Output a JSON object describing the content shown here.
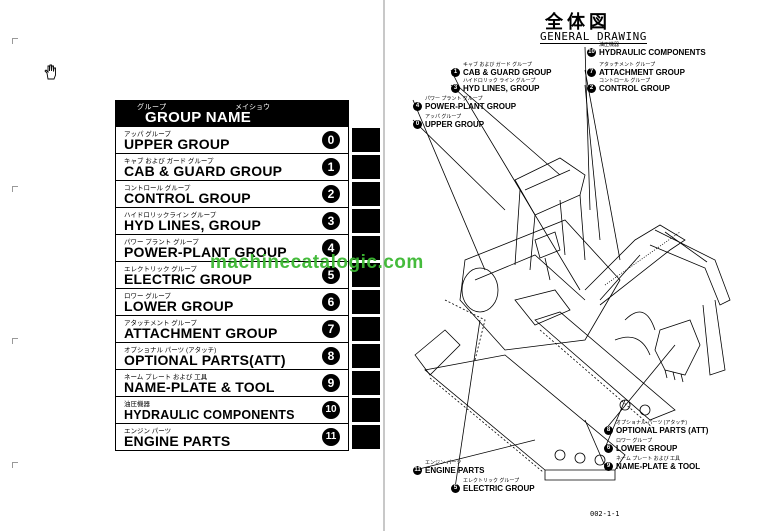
{
  "left_page": {
    "header": {
      "kana_left": "グループ",
      "kana_right": "メイショウ",
      "title": "GROUP NAME"
    },
    "rows": [
      {
        "kana": "アッパ グループ",
        "name": "UPPER GROUP",
        "num": "0"
      },
      {
        "kana": "キャブ および ガード グループ",
        "name": "CAB & GUARD GROUP",
        "num": "1"
      },
      {
        "kana": "コントロール グループ",
        "name": "CONTROL GROUP",
        "num": "2"
      },
      {
        "kana": "ハイドロリックライン グループ",
        "name": "HYD LINES, GROUP",
        "num": "3"
      },
      {
        "kana": "パワー プラント グループ",
        "name": "POWER-PLANT GROUP",
        "num": "4"
      },
      {
        "kana": "エレクトリック グループ",
        "name": "ELECTRIC GROUP",
        "num": "5"
      },
      {
        "kana": "ロワー グループ",
        "name": "LOWER GROUP",
        "num": "6"
      },
      {
        "kana": "アタッチメント グループ",
        "name": "ATTACHMENT GROUP",
        "num": "7"
      },
      {
        "kana": "オプショナル パーツ (アタッチ)",
        "name": "OPTIONAL PARTS(ATT)",
        "num": "8"
      },
      {
        "kana": "ネーム プレート および 工具",
        "name": "NAME-PLATE & TOOL",
        "num": "9"
      },
      {
        "kana": "油圧機器",
        "name": "HYDRAULIC COMPONENTS",
        "num": "10"
      },
      {
        "kana": "エンジン パーツ",
        "name": "ENGINE PARTS",
        "num": "11"
      }
    ]
  },
  "right_page": {
    "title_jp": "全体図",
    "title_en": "GENERAL DRAWING",
    "callouts": [
      {
        "kana": "油圧機器",
        "name": "HYDRAULIC COMPONENTS",
        "num": "10"
      },
      {
        "kana": "キャブ および ガード グループ",
        "name": "CAB & GUARD GROUP",
        "num": "1"
      },
      {
        "kana": "アタッチメント グループ",
        "name": "ATTACHMENT GROUP",
        "num": "7"
      },
      {
        "kana": "ハイドロリック ライン グループ",
        "name": "HYD LINES, GROUP",
        "num": "3"
      },
      {
        "kana": "コントロール グループ",
        "name": "CONTROL GROUP",
        "num": "2"
      },
      {
        "kana": "パワー プラント グループ",
        "name": "POWER-PLANT GROUP",
        "num": "4"
      },
      {
        "kana": "アッパ グループ",
        "name": "UPPER GROUP",
        "num": "0"
      },
      {
        "kana": "オプショナル パーツ (アタッチ)",
        "name": "OPTIONAL PARTS (ATT)",
        "num": "8"
      },
      {
        "kana": "ロワー グループ",
        "name": "LOWER GROUP",
        "num": "6"
      },
      {
        "kana": "ネーム プレート および 工具",
        "name": "NAME-PLATE & TOOL",
        "num": "9"
      },
      {
        "kana": "エンジン パーツ",
        "name": "ENGINE PARTS",
        "num": "11"
      },
      {
        "kana": "エレクトリック グループ",
        "name": "ELECTRIC GROUP",
        "num": "5"
      }
    ],
    "page_number": "002-1-1"
  },
  "watermark": "machinecatalogic.com"
}
